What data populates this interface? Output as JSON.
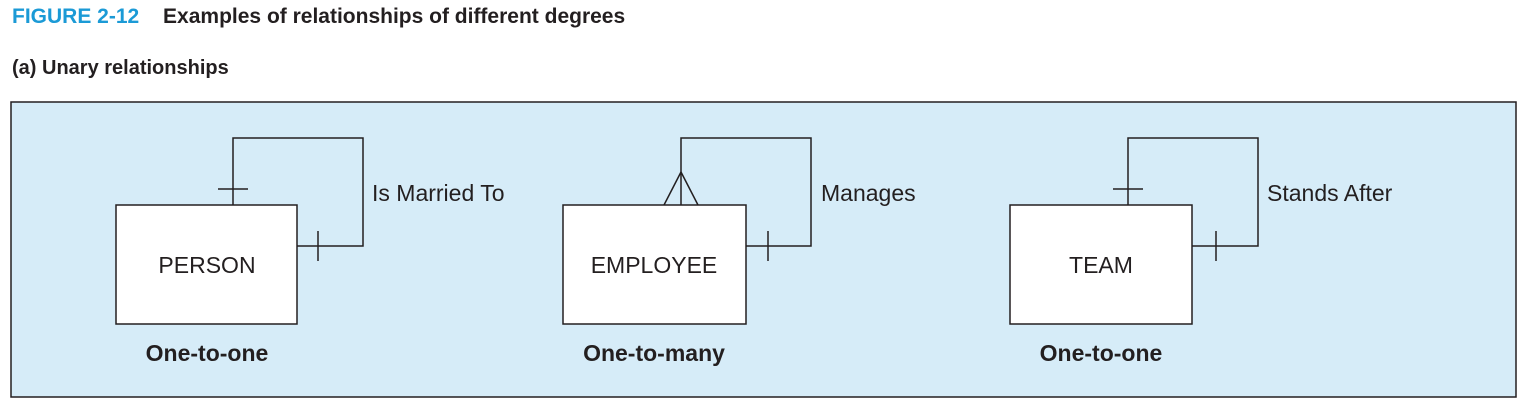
{
  "figure": {
    "number": "FIGURE 2-12",
    "title": "Examples of relationships of different degrees",
    "number_color": "#1b9ad6"
  },
  "section": {
    "heading": "(a) Unary relationships"
  },
  "panel": {
    "background": "#d6ecf8"
  },
  "diagrams": [
    {
      "entity": "PERSON",
      "relationship": "Is Married To",
      "degree": "One-to-one",
      "top_symbol": "one",
      "side_symbol": "one"
    },
    {
      "entity": "EMPLOYEE",
      "relationship": "Manages",
      "degree": "One-to-many",
      "top_symbol": "many",
      "side_symbol": "one"
    },
    {
      "entity": "TEAM",
      "relationship": "Stands After",
      "degree": "One-to-one",
      "top_symbol": "one",
      "side_symbol": "one"
    }
  ]
}
